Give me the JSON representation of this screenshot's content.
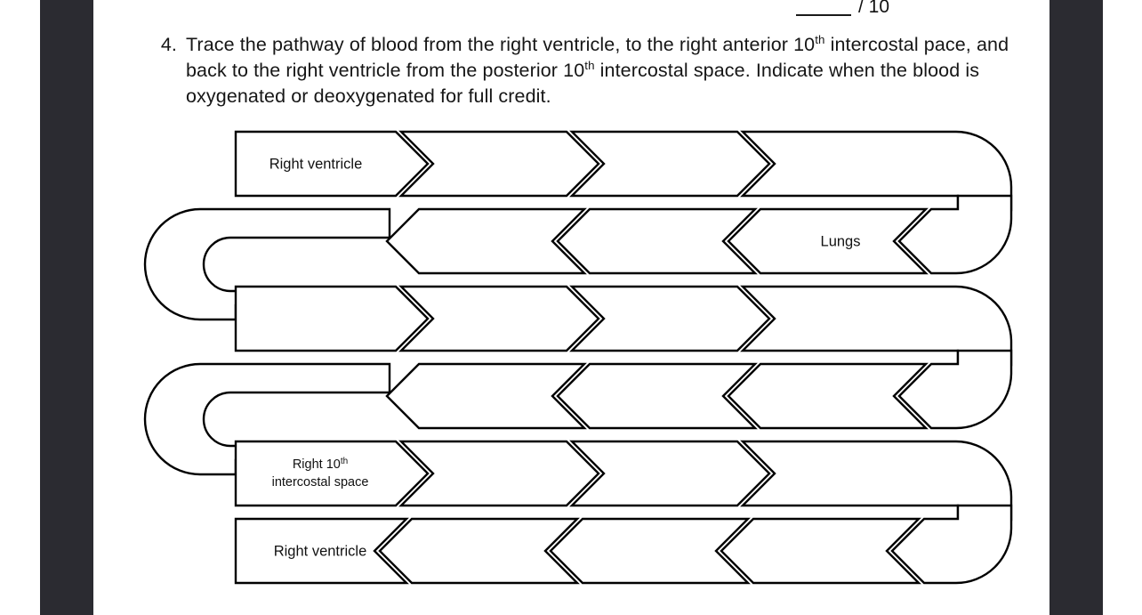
{
  "window": {
    "app_background_color": "#2b2b31",
    "page_background_color": "#ffffff",
    "scrollbar_color": "#9a9a9e"
  },
  "header": {
    "score_blank": "",
    "score_total": "/ 10"
  },
  "question": {
    "number": "4.",
    "text_part_1": "Trace the pathway of blood from the right ventricle, to the right anterior 10",
    "sup_1": "th",
    "text_part_2": " intercostal pace, and back to the right ventricle from the posterior 10",
    "sup_2": "th",
    "text_part_3": " intercostal space. Indicate when the blood is oxygenated or deoxygenated for full credit."
  },
  "diagram": {
    "type": "serpentine-chevron-flowchart",
    "row_count": 6,
    "stroke_color": "#000000",
    "fill_color": "#ffffff",
    "rows": [
      {
        "index": 1,
        "direction": "right",
        "cells": 4,
        "labels": [
          "Right ventricle",
          "",
          "",
          ""
        ],
        "start_cap": "flat-rectangle",
        "end_cap": "u-turn-right"
      },
      {
        "index": 2,
        "direction": "left",
        "cells": 4,
        "labels": [
          "",
          "",
          "",
          "Lungs"
        ],
        "start_cap": "u-turn-left",
        "end_cap": "notch-from-above"
      },
      {
        "index": 3,
        "direction": "right",
        "cells": 4,
        "labels": [
          "",
          "",
          "",
          ""
        ],
        "start_cap": "notch-from-u-turn",
        "end_cap": "u-turn-right"
      },
      {
        "index": 4,
        "direction": "left",
        "cells": 4,
        "labels": [
          "",
          "",
          "",
          ""
        ],
        "start_cap": "u-turn-left",
        "end_cap": "notch-from-above"
      },
      {
        "index": 5,
        "direction": "right",
        "cells": 4,
        "labels": [
          "Right 10th intercostal space",
          "",
          "",
          ""
        ],
        "label_line_1": "Right 10",
        "label_sup": "th",
        "label_line_2": "intercostal space",
        "start_cap": "notch-from-u-turn",
        "end_cap": "u-turn-right"
      },
      {
        "index": 6,
        "direction": "left",
        "cells": 4,
        "labels": [
          "Right ventricle",
          "",
          "",
          ""
        ],
        "start_cap": "flat-rectangle",
        "end_cap": "notch-from-above"
      }
    ],
    "label_right_ventricle_top": "Right ventricle",
    "label_lungs": "Lungs",
    "label_intercostal_line1": "Right 10",
    "label_intercostal_sup": "th",
    "label_intercostal_line2": "intercostal space",
    "label_right_ventricle_bottom": "Right ventricle"
  }
}
